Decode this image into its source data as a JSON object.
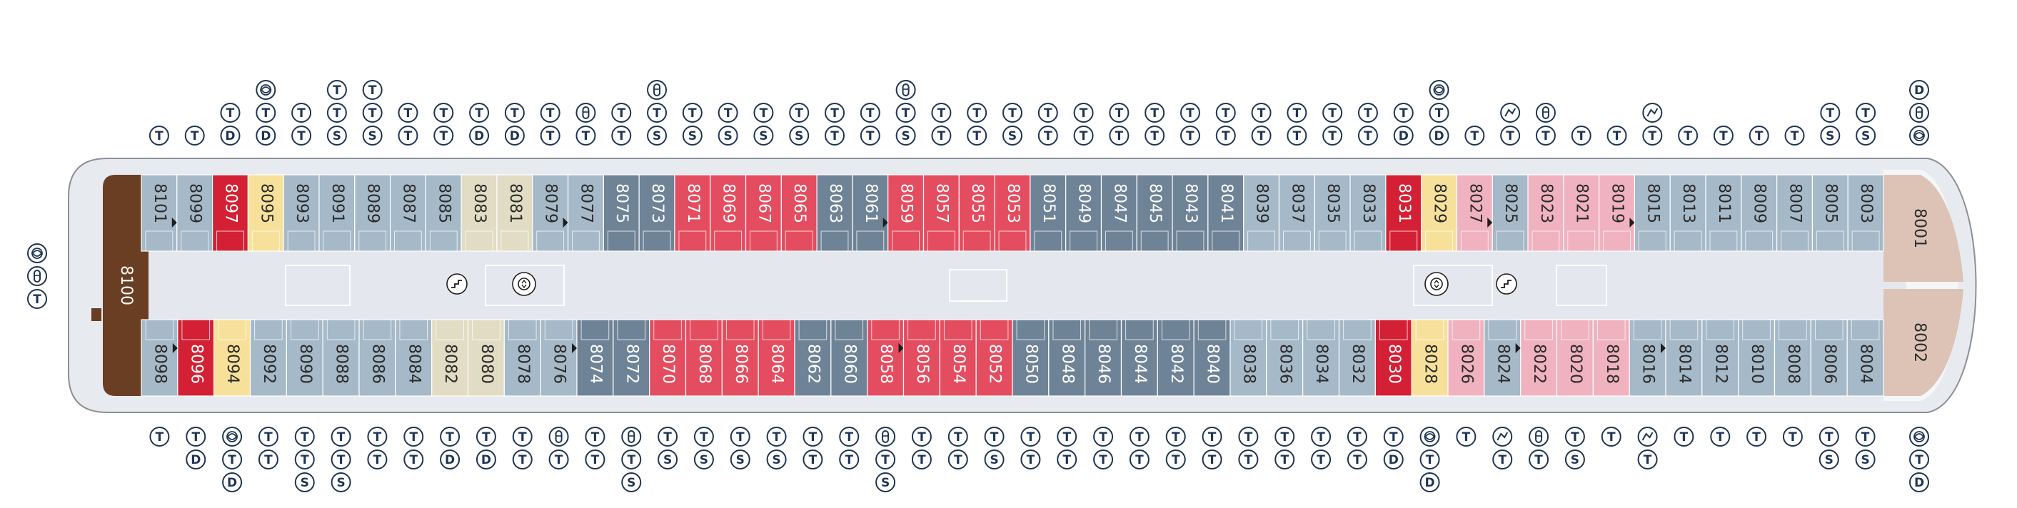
{
  "colors": {
    "outline": "#8c9097",
    "deck": "#e7ebf0",
    "corridor": "#e4e8ee",
    "suite": "#6a3e23",
    "forward_suite": "#dcc3b5",
    "category": {
      "grey": "#a5b9c8",
      "slate": "#6f8397",
      "red": "#e44d5f",
      "crimson": "#d42034",
      "yellow": "#f7e19a",
      "beige": "#e1dcc3",
      "pink": "#efb2be"
    },
    "icon": "#1f3554"
  },
  "icons": {
    "T": "twin-beds-icon",
    "D": "double-bed-icon",
    "S": "sofa-bed-icon",
    "W": "wheelchair-accessible-icon",
    "B": "bath-icon",
    "C": "connecting-cabin-icon"
  },
  "suite": {
    "label": "8100"
  },
  "forward": [
    {
      "label": "8001"
    },
    {
      "label": "8002"
    }
  ],
  "aft_marker": [
    "W",
    "B",
    "T"
  ],
  "top_row": [
    {
      "label": "8101",
      "color": "grey",
      "icons": [
        "T"
      ]
    },
    {
      "label": "8099",
      "color": "grey",
      "icons": [
        "T"
      ]
    },
    {
      "label": "8097",
      "color": "crimson",
      "icons": [
        "T",
        "D"
      ]
    },
    {
      "label": "8095",
      "color": "yellow",
      "icons": [
        "W",
        "T",
        "D"
      ]
    },
    {
      "label": "8093",
      "color": "grey",
      "icons": [
        "T",
        "T"
      ]
    },
    {
      "label": "8091",
      "color": "grey",
      "icons": [
        "T",
        "T",
        "S"
      ]
    },
    {
      "label": "8089",
      "color": "grey",
      "icons": [
        "T",
        "T",
        "S"
      ]
    },
    {
      "label": "8087",
      "color": "grey",
      "icons": [
        "T",
        "T"
      ]
    },
    {
      "label": "8085",
      "color": "grey",
      "icons": [
        "T",
        "T"
      ]
    },
    {
      "label": "8083",
      "color": "beige",
      "icons": [
        "T",
        "D"
      ]
    },
    {
      "label": "8081",
      "color": "beige",
      "icons": [
        "T",
        "D"
      ]
    },
    {
      "label": "8079",
      "color": "grey",
      "icons": [
        "T",
        "T"
      ]
    },
    {
      "label": "8077",
      "color": "grey",
      "icons": [
        "B",
        "T"
      ]
    },
    {
      "label": "8075",
      "color": "slate",
      "icons": [
        "T",
        "T"
      ]
    },
    {
      "label": "8073",
      "color": "slate",
      "icons": [
        "B",
        "T",
        "S"
      ]
    },
    {
      "label": "8071",
      "color": "red",
      "icons": [
        "T",
        "S"
      ]
    },
    {
      "label": "8069",
      "color": "red",
      "icons": [
        "T",
        "S"
      ]
    },
    {
      "label": "8067",
      "color": "red",
      "icons": [
        "T",
        "S"
      ]
    },
    {
      "label": "8065",
      "color": "red",
      "icons": [
        "T",
        "S"
      ]
    },
    {
      "label": "8063",
      "color": "slate",
      "icons": [
        "T",
        "T"
      ]
    },
    {
      "label": "8061",
      "color": "slate",
      "icons": [
        "T",
        "T"
      ]
    },
    {
      "label": "8059",
      "color": "red",
      "icons": [
        "B",
        "T",
        "S"
      ]
    },
    {
      "label": "8057",
      "color": "red",
      "icons": [
        "T",
        "T"
      ]
    },
    {
      "label": "8055",
      "color": "red",
      "icons": [
        "T",
        "T"
      ]
    },
    {
      "label": "8053",
      "color": "red",
      "icons": [
        "T",
        "S"
      ]
    },
    {
      "label": "8051",
      "color": "slate",
      "icons": [
        "T",
        "T"
      ]
    },
    {
      "label": "8049",
      "color": "slate",
      "icons": [
        "T",
        "T"
      ]
    },
    {
      "label": "8047",
      "color": "slate",
      "icons": [
        "T",
        "T"
      ]
    },
    {
      "label": "8045",
      "color": "slate",
      "icons": [
        "T",
        "T"
      ]
    },
    {
      "label": "8043",
      "color": "slate",
      "icons": [
        "T",
        "T"
      ]
    },
    {
      "label": "8041",
      "color": "slate",
      "icons": [
        "T",
        "T"
      ]
    },
    {
      "label": "8039",
      "color": "grey",
      "icons": [
        "T",
        "T"
      ]
    },
    {
      "label": "8037",
      "color": "grey",
      "icons": [
        "T",
        "T"
      ]
    },
    {
      "label": "8035",
      "color": "grey",
      "icons": [
        "T",
        "T"
      ]
    },
    {
      "label": "8033",
      "color": "grey",
      "icons": [
        "T",
        "T"
      ]
    },
    {
      "label": "8031",
      "color": "crimson",
      "icons": [
        "T",
        "D"
      ]
    },
    {
      "label": "8029",
      "color": "yellow",
      "icons": [
        "W",
        "T",
        "D"
      ]
    },
    {
      "label": "8027",
      "color": "pink",
      "icons": [
        "T"
      ]
    },
    {
      "label": "8025",
      "color": "grey",
      "icons": [
        "C",
        "T"
      ]
    },
    {
      "label": "8023",
      "color": "pink",
      "icons": [
        "B",
        "T"
      ]
    },
    {
      "label": "8021",
      "color": "pink",
      "icons": [
        "T"
      ]
    },
    {
      "label": "8019",
      "color": "pink",
      "icons": [
        "T"
      ]
    },
    {
      "label": "8015",
      "color": "grey",
      "icons": [
        "C",
        "T"
      ]
    },
    {
      "label": "8013",
      "color": "grey",
      "icons": [
        "T"
      ]
    },
    {
      "label": "8011",
      "color": "grey",
      "icons": [
        "T"
      ]
    },
    {
      "label": "8009",
      "color": "grey",
      "icons": [
        "T"
      ]
    },
    {
      "label": "8007",
      "color": "grey",
      "icons": [
        "T"
      ]
    },
    {
      "label": "8005",
      "color": "grey",
      "icons": [
        "T",
        "S"
      ]
    },
    {
      "label": "8003",
      "color": "grey",
      "icons": [
        "T",
        "S"
      ]
    }
  ],
  "top_extra_icons": [
    "W",
    "B",
    "D"
  ],
  "bottom_row": [
    {
      "label": "8098",
      "color": "grey",
      "icons": [
        "T"
      ]
    },
    {
      "label": "8096",
      "color": "crimson",
      "icons": [
        "T",
        "D"
      ]
    },
    {
      "label": "8094",
      "color": "yellow",
      "icons": [
        "W",
        "T",
        "D"
      ]
    },
    {
      "label": "8092",
      "color": "grey",
      "icons": [
        "T",
        "T"
      ]
    },
    {
      "label": "8090",
      "color": "grey",
      "icons": [
        "T",
        "T",
        "S"
      ]
    },
    {
      "label": "8088",
      "color": "grey",
      "icons": [
        "T",
        "T",
        "S"
      ]
    },
    {
      "label": "8086",
      "color": "grey",
      "icons": [
        "T",
        "T"
      ]
    },
    {
      "label": "8084",
      "color": "grey",
      "icons": [
        "T",
        "T"
      ]
    },
    {
      "label": "8082",
      "color": "beige",
      "icons": [
        "T",
        "D"
      ]
    },
    {
      "label": "8080",
      "color": "beige",
      "icons": [
        "T",
        "D"
      ]
    },
    {
      "label": "8078",
      "color": "grey",
      "icons": [
        "T",
        "T"
      ]
    },
    {
      "label": "8076",
      "color": "grey",
      "icons": [
        "B",
        "T"
      ]
    },
    {
      "label": "8074",
      "color": "slate",
      "icons": [
        "T",
        "T"
      ]
    },
    {
      "label": "8072",
      "color": "slate",
      "icons": [
        "B",
        "T",
        "S"
      ]
    },
    {
      "label": "8070",
      "color": "red",
      "icons": [
        "T",
        "S"
      ]
    },
    {
      "label": "8068",
      "color": "red",
      "icons": [
        "T",
        "S"
      ]
    },
    {
      "label": "8066",
      "color": "red",
      "icons": [
        "T",
        "S"
      ]
    },
    {
      "label": "8064",
      "color": "red",
      "icons": [
        "T",
        "S"
      ]
    },
    {
      "label": "8062",
      "color": "slate",
      "icons": [
        "T",
        "T"
      ]
    },
    {
      "label": "8060",
      "color": "slate",
      "icons": [
        "T",
        "T"
      ]
    },
    {
      "label": "8058",
      "color": "red",
      "icons": [
        "B",
        "T",
        "S"
      ]
    },
    {
      "label": "8056",
      "color": "red",
      "icons": [
        "T",
        "T"
      ]
    },
    {
      "label": "8054",
      "color": "red",
      "icons": [
        "T",
        "T"
      ]
    },
    {
      "label": "8052",
      "color": "red",
      "icons": [
        "T",
        "S"
      ]
    },
    {
      "label": "8050",
      "color": "slate",
      "icons": [
        "T",
        "T"
      ]
    },
    {
      "label": "8048",
      "color": "slate",
      "icons": [
        "T",
        "T"
      ]
    },
    {
      "label": "8046",
      "color": "slate",
      "icons": [
        "T",
        "T"
      ]
    },
    {
      "label": "8044",
      "color": "slate",
      "icons": [
        "T",
        "T"
      ]
    },
    {
      "label": "8042",
      "color": "slate",
      "icons": [
        "T",
        "T"
      ]
    },
    {
      "label": "8040",
      "color": "slate",
      "icons": [
        "T",
        "T"
      ]
    },
    {
      "label": "8038",
      "color": "grey",
      "icons": [
        "T",
        "T"
      ]
    },
    {
      "label": "8036",
      "color": "grey",
      "icons": [
        "T",
        "T"
      ]
    },
    {
      "label": "8034",
      "color": "grey",
      "icons": [
        "T",
        "T"
      ]
    },
    {
      "label": "8032",
      "color": "grey",
      "icons": [
        "T",
        "T"
      ]
    },
    {
      "label": "8030",
      "color": "crimson",
      "icons": [
        "T",
        "D"
      ]
    },
    {
      "label": "8028",
      "color": "yellow",
      "icons": [
        "W",
        "T",
        "D"
      ]
    },
    {
      "label": "8026",
      "color": "pink",
      "icons": [
        "T"
      ]
    },
    {
      "label": "8024",
      "color": "grey",
      "icons": [
        "C",
        "T"
      ]
    },
    {
      "label": "8022",
      "color": "pink",
      "icons": [
        "B",
        "T"
      ]
    },
    {
      "label": "8020",
      "color": "pink",
      "icons": [
        "T",
        "S"
      ]
    },
    {
      "label": "8018",
      "color": "pink",
      "icons": [
        "T"
      ]
    },
    {
      "label": "8016",
      "color": "grey",
      "icons": [
        "C",
        "T"
      ]
    },
    {
      "label": "8014",
      "color": "grey",
      "icons": [
        "T"
      ]
    },
    {
      "label": "8012",
      "color": "grey",
      "icons": [
        "T"
      ]
    },
    {
      "label": "8010",
      "color": "grey",
      "icons": [
        "T"
      ]
    },
    {
      "label": "8008",
      "color": "grey",
      "icons": [
        "T"
      ]
    },
    {
      "label": "8006",
      "color": "grey",
      "icons": [
        "T",
        "S"
      ]
    },
    {
      "label": "8004",
      "color": "grey",
      "icons": [
        "T",
        "S"
      ]
    }
  ],
  "bottom_extra_icons": [
    "W",
    "T",
    "D"
  ]
}
